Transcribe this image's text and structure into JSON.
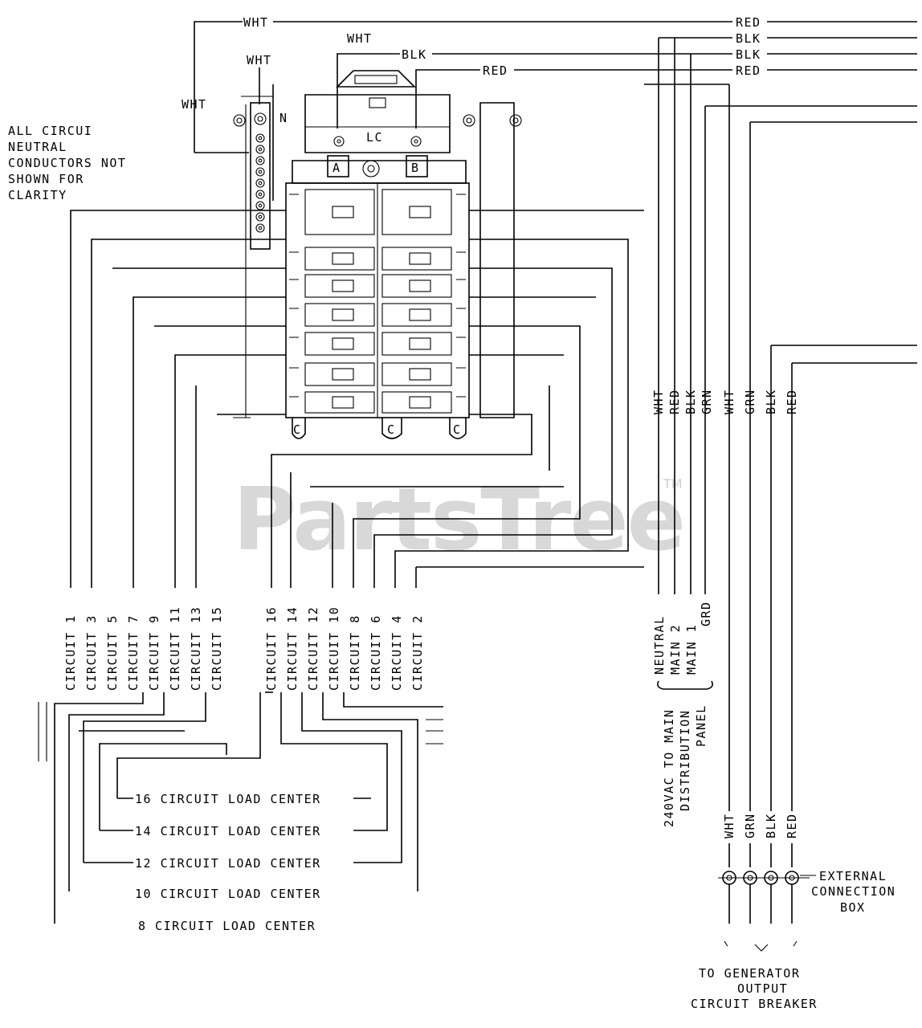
{
  "watermark": {
    "text": "PartsTree",
    "trademark": "TM"
  },
  "note_lines": [
    "ALL CIRCUI",
    "NEUTRAL",
    "CONDUCTORS NOT",
    "SHOWN FOR",
    "CLARITY"
  ],
  "top_wires": {
    "wht": "WHT",
    "wht_upper": "WHT",
    "wht_left": "WHT",
    "wht_branch": "WHT",
    "blk_mid": "BLK",
    "red_mid": "RED",
    "red_right": "RED",
    "blk_right_1": "BLK",
    "blk_right_2": "BLK",
    "red_right_2": "RED"
  },
  "load_center": {
    "label": "LC",
    "bus_a": "A",
    "bus_b": "B",
    "n_mark": "N",
    "foot_mark": "C"
  },
  "main_panel_wires": [
    "WHT",
    "RED",
    "BLK",
    "GRN"
  ],
  "generator_wires": [
    "WHT",
    "GRN",
    "BLK",
    "RED"
  ],
  "circuits_odd": [
    "CIRCUIT 1",
    "CIRCUIT 3",
    "CIRCUIT 5",
    "CIRCUIT 7",
    "CIRCUIT 9",
    "CIRCUIT 11",
    "CIRCUIT 13",
    "CIRCUIT 15"
  ],
  "circuits_even": [
    "CIRCUIT 16",
    "CIRCUIT 14",
    "CIRCUIT 12",
    "CIRCUIT 10",
    "CIRCUIT 8",
    "CIRCUIT 6",
    "CIRCUIT 4",
    "CIRCUIT 2"
  ],
  "main_panel_terms": [
    "NEUTRAL",
    "MAIN 2",
    "MAIN 1",
    "GRD"
  ],
  "main_panel_caption": [
    "240VAC TO MAIN",
    "DISTRIBUTION",
    "PANEL"
  ],
  "load_centers": [
    "16 CIRCUIT LOAD CENTER",
    "14 CIRCUIT LOAD CENTER",
    "12 CIRCUIT LOAD CENTER",
    "10 CIRCUIT LOAD CENTER",
    "8 CIRCUIT LOAD CENTER"
  ],
  "external_box": [
    "EXTERNAL",
    "CONNECTION",
    "BOX"
  ],
  "generator_caption": [
    "TO GENERATOR",
    "OUTPUT",
    "CIRCUIT BREAKER"
  ]
}
